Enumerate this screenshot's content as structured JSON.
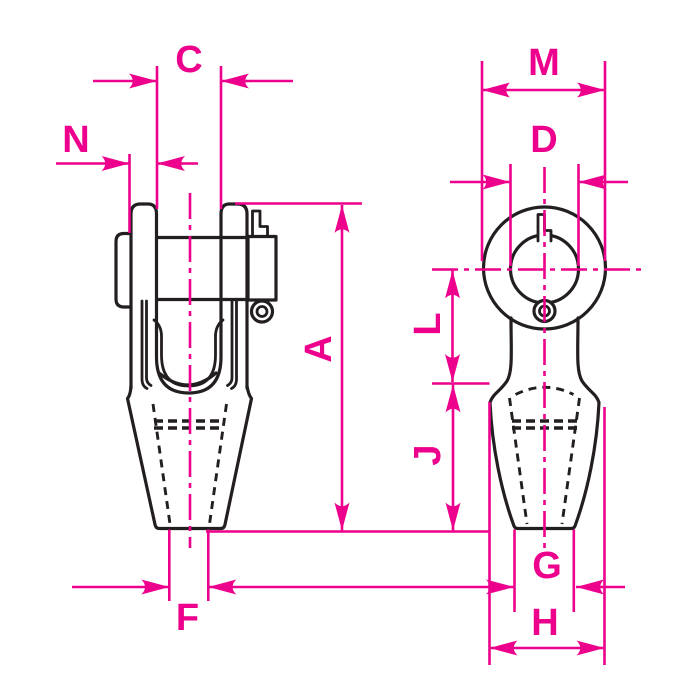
{
  "labels": {
    "c": "C",
    "n": "N",
    "a": "A",
    "f": "F",
    "m": "M",
    "d": "D",
    "l": "L",
    "j": "J",
    "g": "G",
    "h": "H"
  },
  "colors": {
    "dimension": "#ec008c",
    "outline": "#231f20",
    "background": "#ffffff"
  }
}
